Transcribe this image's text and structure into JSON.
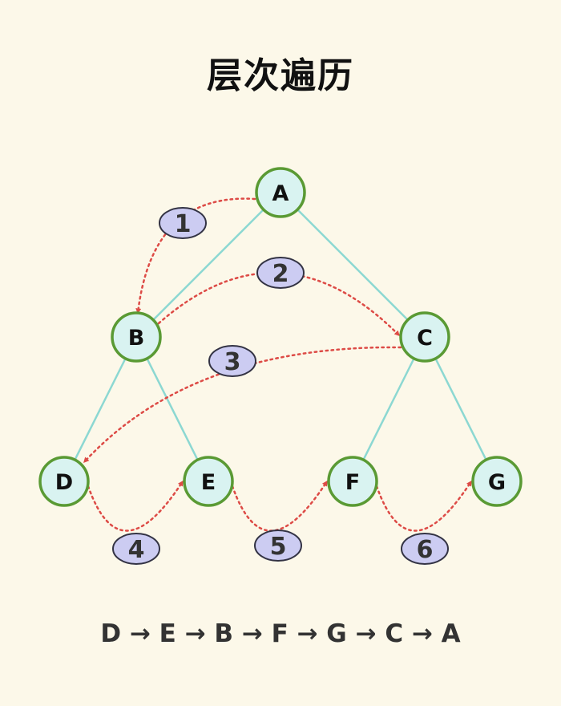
{
  "title": "层次遍历",
  "colors": {
    "background": "#fcf8e9",
    "node_fill": "#d9f3f1",
    "node_stroke": "#5a9a34",
    "edge": "#8cd8d2",
    "arrow": "#dd4b46",
    "step_fill": "#ccccf2",
    "step_stroke": "#333344"
  },
  "nodes": [
    {
      "id": "A",
      "label": "A"
    },
    {
      "id": "B",
      "label": "B"
    },
    {
      "id": "C",
      "label": "C"
    },
    {
      "id": "D",
      "label": "D"
    },
    {
      "id": "E",
      "label": "E"
    },
    {
      "id": "F",
      "label": "F"
    },
    {
      "id": "G",
      "label": "G"
    }
  ],
  "edges": [
    {
      "from": "A",
      "to": "B"
    },
    {
      "from": "A",
      "to": "C"
    },
    {
      "from": "B",
      "to": "D"
    },
    {
      "from": "B",
      "to": "E"
    },
    {
      "from": "C",
      "to": "F"
    },
    {
      "from": "C",
      "to": "G"
    }
  ],
  "steps": [
    {
      "label": "1",
      "from": "A",
      "to": "B"
    },
    {
      "label": "2",
      "from": "B",
      "to": "C"
    },
    {
      "label": "3",
      "from": "C",
      "to": "D"
    },
    {
      "label": "4",
      "from": "D",
      "to": "E"
    },
    {
      "label": "5",
      "from": "E",
      "to": "F"
    },
    {
      "label": "6",
      "from": "F",
      "to": "G"
    }
  ],
  "sequence": "D → E → B → F → G → C → A"
}
